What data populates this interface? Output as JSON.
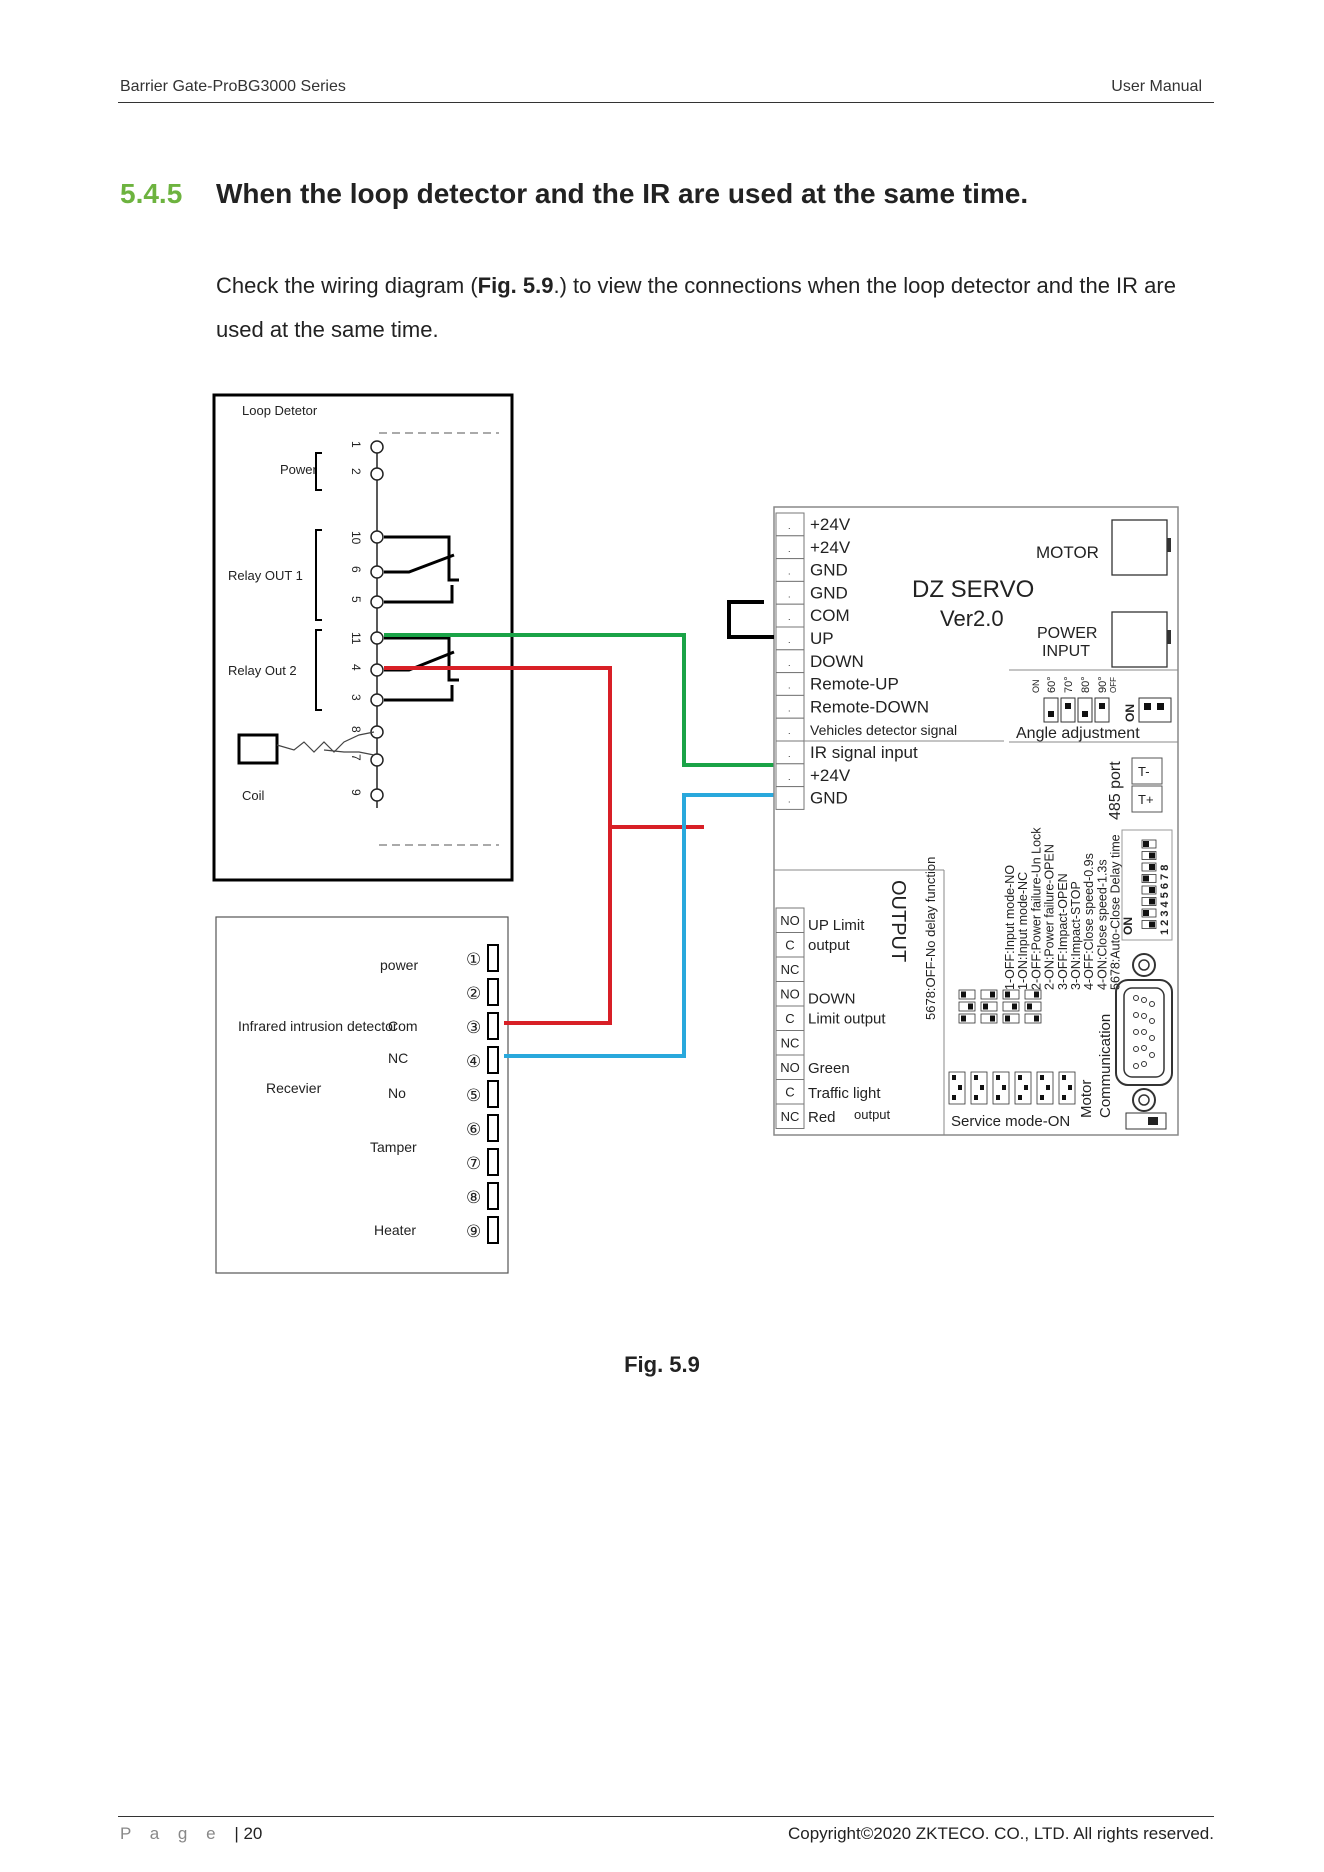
{
  "header": {
    "left": "Barrier Gate-ProBG3000 Series",
    "right": "User Manual"
  },
  "section": {
    "number": "5.4.5",
    "title": "When the loop detector and the IR are used at the same time."
  },
  "intro": {
    "before": "Check the wiring diagram (",
    "ref": "Fig. 5.9",
    "after": ".) to view the connections when the loop detector and the IR are used at the same time."
  },
  "diagram": {
    "loop_detector": {
      "title": "Loop   Detetor",
      "power_label": "Power",
      "relay1_label": "Relay OUT 1",
      "relay2_label": "Relay Out  2",
      "coil_label": "Coil",
      "pins": [
        "1",
        "2",
        "10",
        "6",
        "5",
        "11",
        "4",
        "3",
        "8",
        "7",
        "9"
      ]
    },
    "ir_detector": {
      "title": "Infrared intrusion detector",
      "receiver": "Recevier",
      "labels": {
        "power": "power",
        "com": "Com",
        "nc": "NC",
        "no": "No",
        "tamper": "Tamper",
        "heater": "Heater"
      },
      "pins": [
        "①",
        "②",
        "③",
        "④",
        "⑤",
        "⑥",
        "⑦",
        "⑧",
        "⑨"
      ]
    },
    "servo": {
      "title": "DZ SERVO",
      "version": "Ver2.0",
      "motor": "MOTOR",
      "power_input": "POWER\nINPUT",
      "angle": "Angle adjustment",
      "angle_values": [
        "60°",
        "70°",
        "80°",
        "90°"
      ],
      "port485": "485 port",
      "t_minus": "T-",
      "t_plus": "T+",
      "terminals": [
        "+24V",
        "+24V",
        "GND",
        "GND",
        "COM",
        "UP",
        "DOWN",
        "Remote-UP",
        "Remote-DOWN",
        "Vehicles detector signal",
        "IR signal input",
        "+24V",
        "GND"
      ],
      "output_title": "OUTPUT",
      "out_groups": [
        {
          "pins": [
            "NO",
            "C",
            "NC"
          ],
          "label1": "UP Limit",
          "label2": "output"
        },
        {
          "pins": [
            "NO",
            "C",
            "NC"
          ],
          "label1": "DOWN",
          "label2": "Limit output"
        },
        {
          "pins": [
            "NO",
            "C",
            "NC"
          ],
          "label1": "Green",
          "label2": "Traffic light",
          "label3": "Red",
          "label4": "output"
        }
      ],
      "dip_notes": [
        "1-OFF:Input mode-NO",
        "1-ON:Input mode-NC",
        "2-OFF:Power failure-Un Lock",
        "2-ON:Power failure-OPEN",
        "3-OFF:Impact-OPEN",
        "3-ON:Impact-STOP",
        "4-OFF:Close speed-0.9s",
        "4-ON:Close speed-1.3s",
        "5678:Auto-Close Delay time"
      ],
      "delay_note": "5678:OFF-No delay function",
      "motor_comm": "Motor",
      "communication": "Communication",
      "service": "Service mode-ON",
      "dip_numbers": "1 2 3 4 5 6 7 8",
      "on": "ON",
      "off": "OFF"
    },
    "colors": {
      "green": "#1aa347",
      "red": "#d81f26",
      "blue": "#29a8dc"
    }
  },
  "caption": "Fig. 5.9",
  "footer": {
    "page_word": "P a g e",
    "page_num": "| 20",
    "copyright": "Copyright©2020 ZKTECO. CO., LTD. All rights reserved."
  }
}
